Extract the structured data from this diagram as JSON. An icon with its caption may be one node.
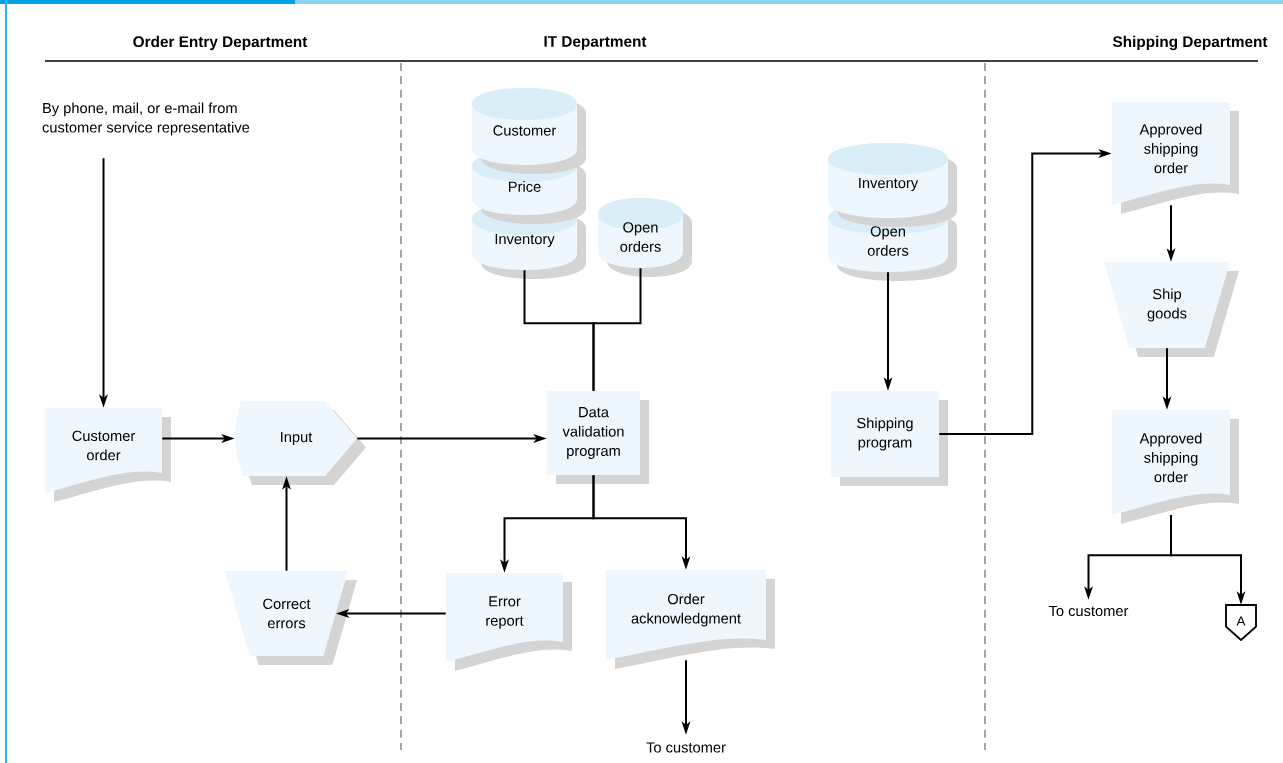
{
  "diagram": {
    "nodes": [
      {
        "text": [
          "By phone, mail, or e-mail from customer service representative"
        ]
      },
      {
        "text": [
          "Customer order"
        ]
      },
      {
        "text": [
          "Input"
        ]
      },
      {
        "text": [
          "Correct errors"
        ]
      },
      {
        "text": [
          "Customer"
        ]
      },
      {
        "text": [
          "Price"
        ]
      },
      {
        "text": [
          "Inventory"
        ]
      },
      {
        "text": [
          "Open orders"
        ]
      },
      {
        "text": [
          "Data validation program"
        ]
      },
      {
        "text": [
          "Error report"
        ]
      },
      {
        "text": [
          "Order acknowledgment"
        ]
      },
      {
        "text": [
          "To customer"
        ]
      },
      {
        "text": [
          "Inventory"
        ]
      },
      {
        "text": [
          "Open orders"
        ]
      },
      {
        "text": [
          "Shipping program"
        ]
      },
      {
        "text": [
          "Approved shipping order"
        ]
      },
      {
        "text": [
          "Ship goods"
        ]
      },
      {
        "text": [
          "Approved shipping order"
        ]
      },
      {
        "text": [
          "To customer"
        ]
      },
      {
        "text": [
          "A"
        ]
      }
    ],
    "edges": [
      {
        "from": 0,
        "to": 1,
        "arrow": "to"
      },
      {
        "from": 1,
        "to": 2,
        "arrow": "to"
      },
      {
        "from": 2,
        "to": 8,
        "arrow": "to"
      },
      {
        "from": 3,
        "to": 2,
        "arrow": "to"
      },
      {
        "from": 9,
        "to": 3,
        "arrow": "to"
      },
      {
        "from": 8,
        "to": 9,
        "arrow": "to"
      },
      {
        "from": 8,
        "to": 10,
        "arrow": "to"
      },
      {
        "from": 10,
        "to": 11,
        "arrow": "to"
      },
      {
        "from": 6,
        "to": 8,
        "arrow": "none"
      },
      {
        "from": 7,
        "to": 8,
        "arrow": "none"
      },
      {
        "from": 13,
        "to": 14,
        "arrow": "to"
      },
      {
        "from": 14,
        "to": 15,
        "arrow": "to"
      },
      {
        "from": 15,
        "to": 16,
        "arrow": "to"
      },
      {
        "from": 16,
        "to": 17,
        "arrow": "to"
      },
      {
        "from": 17,
        "to": 18,
        "arrow": "to"
      },
      {
        "from": 17,
        "to": 19,
        "arrow": "to"
      }
    ],
    "labels": [
      "Order Entry Department",
      "IT Department",
      "Shipping Department"
    ]
  }
}
